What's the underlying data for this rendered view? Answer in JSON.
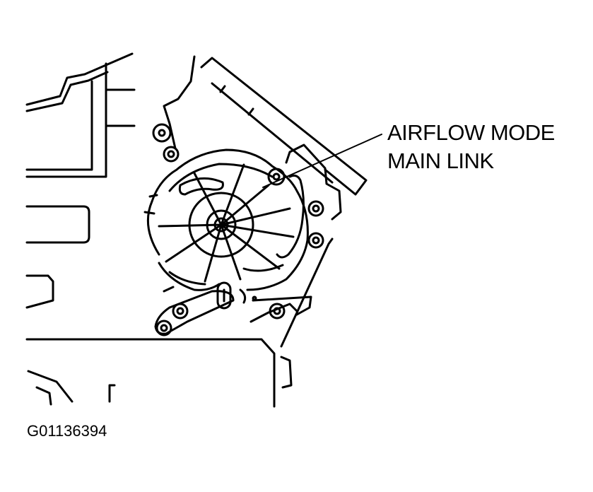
{
  "callout": {
    "line1": "AIRFLOW MODE",
    "line2": "MAIN LINK"
  },
  "figure_id": "G01136394",
  "colors": {
    "ink": "#000000",
    "paper": "#ffffff"
  }
}
